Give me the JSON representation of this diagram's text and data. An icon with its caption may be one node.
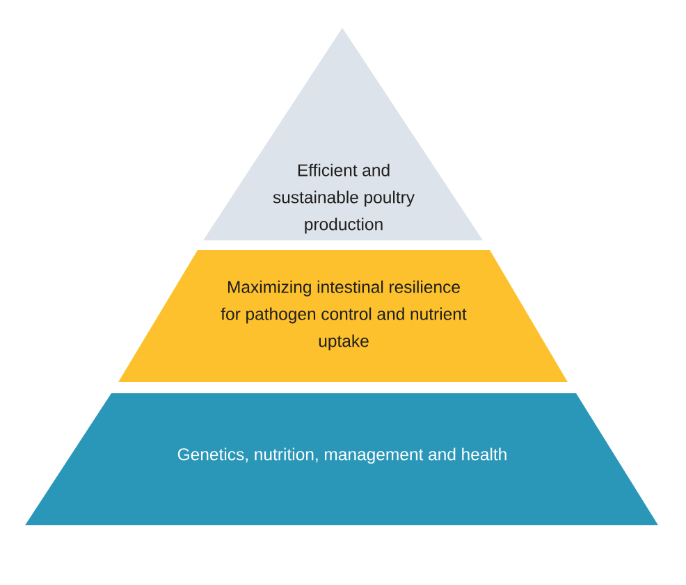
{
  "diagram": {
    "nodes": [
      {
        "text": [
          "Efficient and sustainable poultry production"
        ]
      },
      {
        "text": [
          "Maximizing intestinal resilience for pathogen control and nutrient uptake"
        ]
      },
      {
        "text": [
          "Genetics, nutrition, management and health"
        ]
      }
    ]
  }
}
